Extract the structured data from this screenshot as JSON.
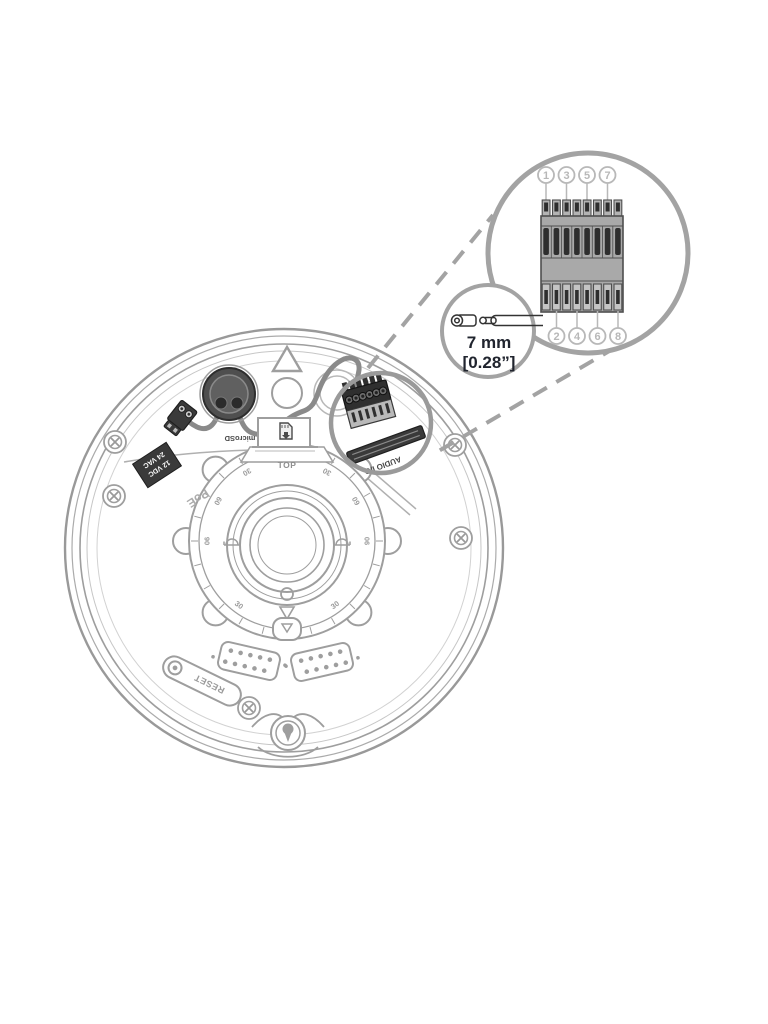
{
  "colors": {
    "line_gray": "#9e9e9e",
    "light_gray": "#bcbcbc",
    "dark_part": "#3a3a3a",
    "number_gray": "#b8b8b8",
    "measure_text": "#20242e"
  },
  "detail_view": {
    "terminals_top": [
      "1",
      "3",
      "5",
      "7"
    ],
    "terminals_bottom": [
      "2",
      "4",
      "6",
      "8"
    ]
  },
  "strip_detail": {
    "metric": "7 mm",
    "imperial": "[0.28”]"
  },
  "camera_base": {
    "top_label": "TOP",
    "sd_label": "microSD",
    "power_line1": "12 VDC",
    "power_line2": "24 VAC",
    "poe_label": "PoE",
    "reset_label": "RESET",
    "audio_label": "AUDIO I/O",
    "tilt_labels": {
      "t30": "30",
      "t60": "60",
      "t90": "90"
    }
  }
}
